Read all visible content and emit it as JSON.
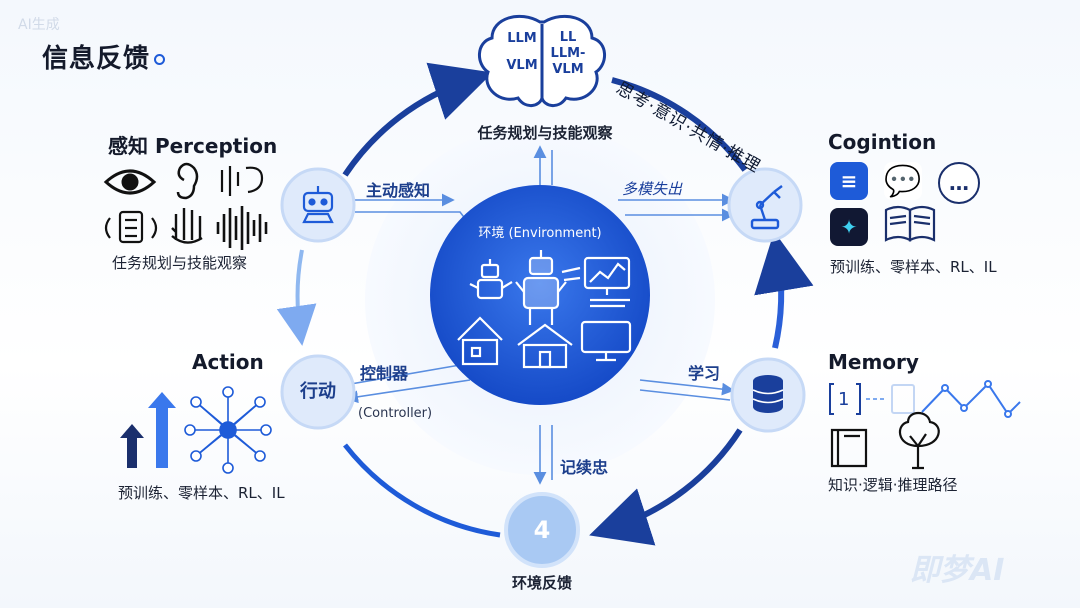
{
  "title": "信息反馈",
  "watermarks": {
    "top_left": "AI生成",
    "bottom_right": "即梦AI"
  },
  "brain": {
    "llm_lines": [
      "LLM",
      "VLM",
      "LL",
      "LLM-",
      "VLM"
    ],
    "label": "任务规划与技能观察"
  },
  "arc_top_right_label": "思考·意识·共情·推理",
  "center": {
    "title": "环境 (Environment)"
  },
  "perception": {
    "title": "感知 Perception",
    "caption": "任务规划与技能观察"
  },
  "cognition": {
    "title": "Cogintion",
    "caption": "预训练、零样本、RL、IL"
  },
  "action": {
    "title": "Action",
    "caption": "预训练、零样本、RL、IL"
  },
  "memory": {
    "title": "Memory",
    "caption": "知识·逻辑·推理路径",
    "sequence_number": "1"
  },
  "flows": {
    "active_perception": "主动感知",
    "multimodal": "多模失出",
    "controller": "控制器",
    "controller_en": "(Controller)",
    "learning": "学习",
    "record": "记续忠"
  },
  "nodes": {
    "action": "行动",
    "feedback_number": "4",
    "feedback_label": "环境反馈"
  },
  "colors": {
    "primary": "#1e5bd8",
    "dark_blue": "#1a3f9c",
    "light_blue": "#8fb8f0",
    "node_fill": "#dfeafb"
  },
  "icons": [
    "eye-icon",
    "ear-icon",
    "speech-icon",
    "sensor-icon",
    "hand-icon",
    "waveform-icon",
    "robot-icon",
    "robot-arm-icon",
    "database-icon",
    "brain-icon",
    "neural-network-icon",
    "tree-icon",
    "book-icon",
    "arrow-up-icon"
  ]
}
